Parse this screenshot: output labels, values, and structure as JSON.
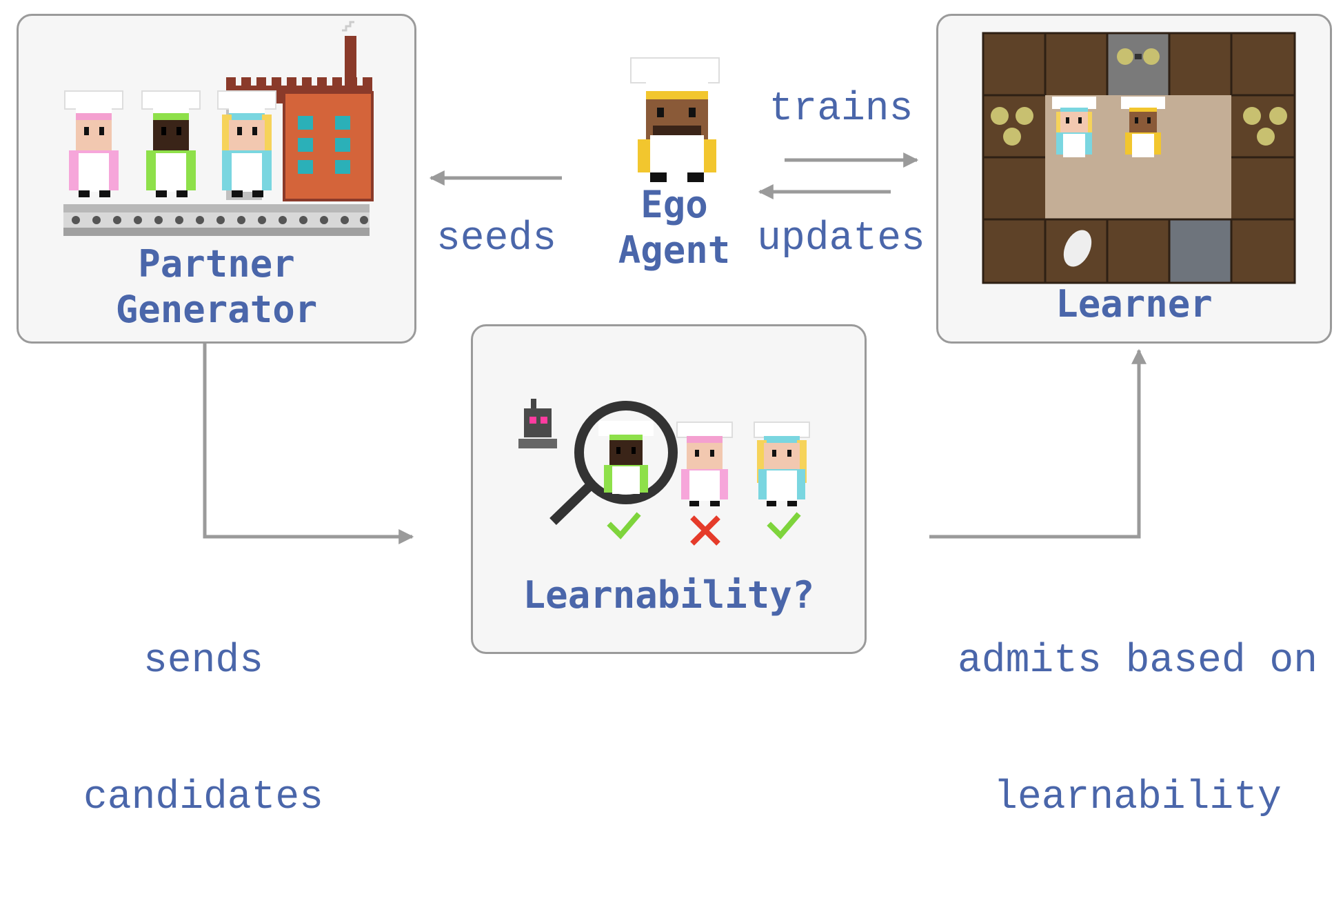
{
  "nodes": {
    "partner_generator": {
      "title_line1": "Partner",
      "title_line2": "Generator"
    },
    "ego_agent": {
      "title_line1": "Ego",
      "title_line2": "Agent"
    },
    "learner": {
      "title": "Learner"
    },
    "learnability": {
      "title": "Learnability?"
    }
  },
  "edges": {
    "trains": "trains",
    "updates": "updates",
    "seeds": "seeds",
    "sends_line1": "sends",
    "sends_line2": "candidates",
    "admits_line1": "admits based on",
    "admits_line2": "learnability"
  },
  "colors": {
    "text": "#4a66aa",
    "arrow": "#9a9a9a",
    "box_border": "#9a9a9a",
    "box_fill": "#f6f6f6",
    "check": "#7ed43c",
    "cross": "#e53b2a"
  }
}
